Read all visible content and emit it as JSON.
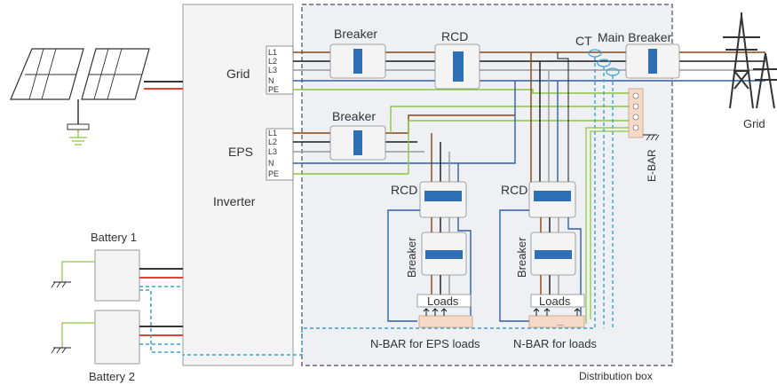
{
  "labels": {
    "grid_port": "Grid",
    "eps_port": "EPS",
    "inverter": "Inverter",
    "battery_1": "Battery 1",
    "battery_2": "Battery 2",
    "breaker_grid": "Breaker",
    "breaker_eps": "Breaker",
    "rcd_top": "RCD",
    "ct": "CT",
    "main_breaker": "Main Breaker",
    "grid_tower": "Grid",
    "rcd_eps_loads": "RCD",
    "rcd_loads": "RCD",
    "breaker_eps_loads": "Breaker",
    "breaker_loads": "Breaker",
    "loads_eps": "Loads",
    "loads_main": "Loads",
    "e_bar": "E-BAR",
    "nbar_eps": "N-BAR for EPS loads",
    "nbar_loads": "N-BAR for loads",
    "distribution_box": "Distribution box",
    "nbar_dots": "..."
  },
  "grid_terminals": [
    "L1",
    "L2",
    "L3",
    "N",
    "PE"
  ],
  "eps_terminals": [
    "L1",
    "L2",
    "L3",
    "N",
    "PE"
  ],
  "colors": {
    "l1": "#8B4513",
    "l2": "#1a1a1a",
    "l3": "#999999",
    "neutral": "#2f5fa8",
    "pe": "#8cc63f",
    "dc_positive": "#e0261b",
    "comm": "#3aa0d8",
    "box_border": "#4a4a6a",
    "box_fill": "#eef0f4"
  }
}
